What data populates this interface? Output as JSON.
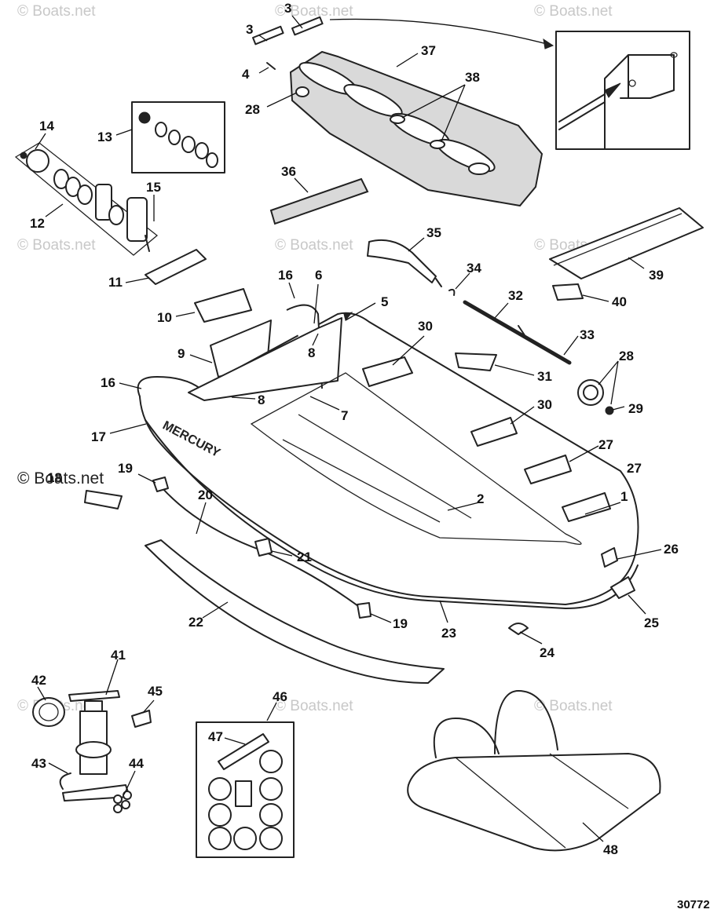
{
  "watermark_text": "© Boats.net",
  "copyright_overlay": "© Boats.net",
  "brand_text": "MERCURY",
  "drawing_number": "30772",
  "callouts": [
    "1",
    "2",
    "3",
    "4",
    "5",
    "6",
    "7",
    "8",
    "9",
    "10",
    "11",
    "12",
    "13",
    "14",
    "15",
    "16",
    "17",
    "18",
    "19",
    "20",
    "21",
    "22",
    "23",
    "24",
    "25",
    "26",
    "27",
    "28",
    "29",
    "30",
    "31",
    "32",
    "33",
    "34",
    "35",
    "36",
    "37",
    "38",
    "39",
    "40",
    "41",
    "42",
    "43",
    "44",
    "45",
    "46",
    "47",
    "48"
  ]
}
